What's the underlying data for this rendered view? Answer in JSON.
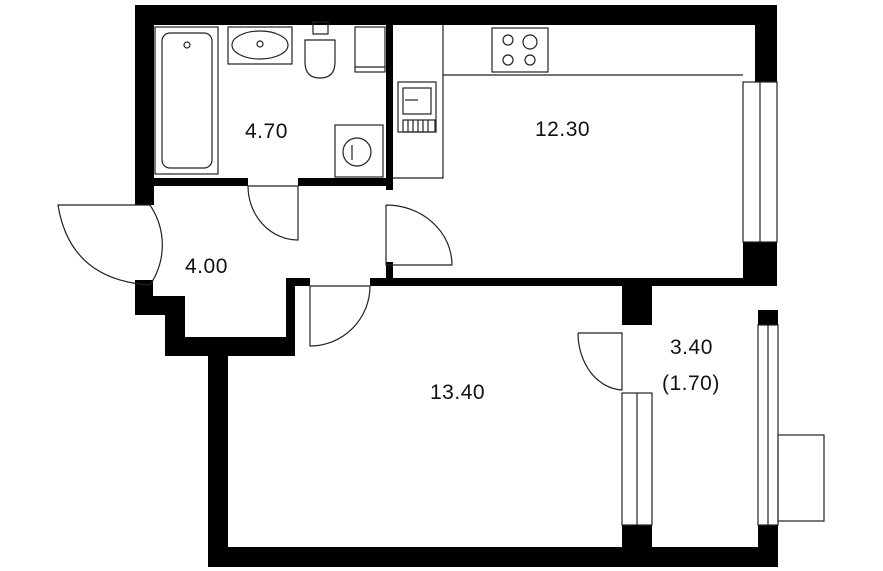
{
  "plan": {
    "colors": {
      "wall": "#000000",
      "line": "#222222",
      "background": "#ffffff"
    },
    "rooms": [
      {
        "id": "bathroom",
        "area": "4.70"
      },
      {
        "id": "kitchen",
        "area": "12.30"
      },
      {
        "id": "hallway",
        "area": "4.00"
      },
      {
        "id": "living-room",
        "area": "13.40"
      },
      {
        "id": "loggia",
        "area": "3.40",
        "note": "(1.70)"
      }
    ],
    "fixtures": [
      "bathtub",
      "sink",
      "toilet",
      "washing-machine",
      "cooktop",
      "kitchen-sink"
    ]
  }
}
